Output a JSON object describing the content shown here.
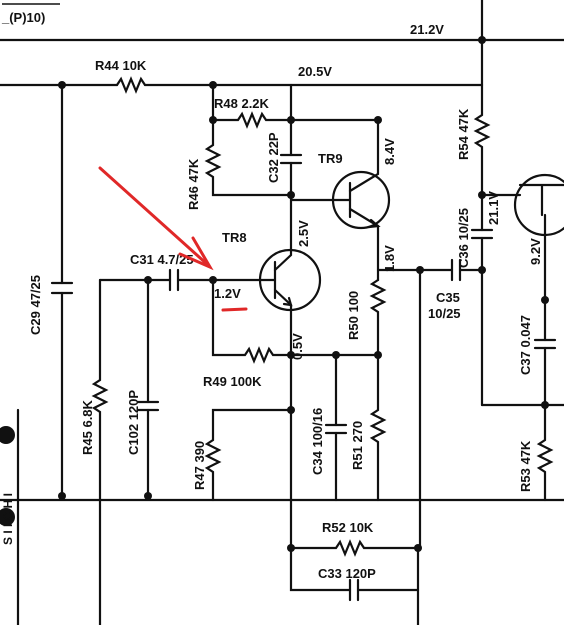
{
  "header": {
    "label": "_(P)10)"
  },
  "rails": {
    "top_voltage": "21.2V",
    "mid_voltage": "20.5V"
  },
  "resistors": {
    "r44": "R44 10K",
    "r48": "R48 2.2K",
    "r46": "R46 47K",
    "r54": "R54 47K",
    "r45": "R45 6.8K",
    "r49": "R49 100K",
    "r47": "R47 390",
    "r50": "R50 100",
    "r51": "R51 270",
    "r52": "R52 10K",
    "r53": "R53 47K"
  },
  "capacitors": {
    "c29": "C29 47/25",
    "c32": "C32 22P",
    "c31": "C31 4.7/25",
    "c102": "C102 120P",
    "c34": "C34 100/16",
    "c33": "C33 120P",
    "c35_a": "C35",
    "c35_b": "10/25",
    "c36": "C36 10/25",
    "c37": "C37 0.047"
  },
  "transistors": {
    "tr8": "TR8",
    "tr9": "TR9"
  },
  "voltages": {
    "tr9_collector": "8.4V",
    "tr8_collector": "2.5V",
    "tr8_base": "1.2V",
    "tr8_emitter": "0.5V",
    "tr9_emitter": "1.8V",
    "c36_node": "21.1V",
    "right_transistor": "9.2V"
  },
  "side_text": "S I  I C H I",
  "annotation": {
    "arrow_color": "#e02828",
    "target": "TR8 base node"
  }
}
